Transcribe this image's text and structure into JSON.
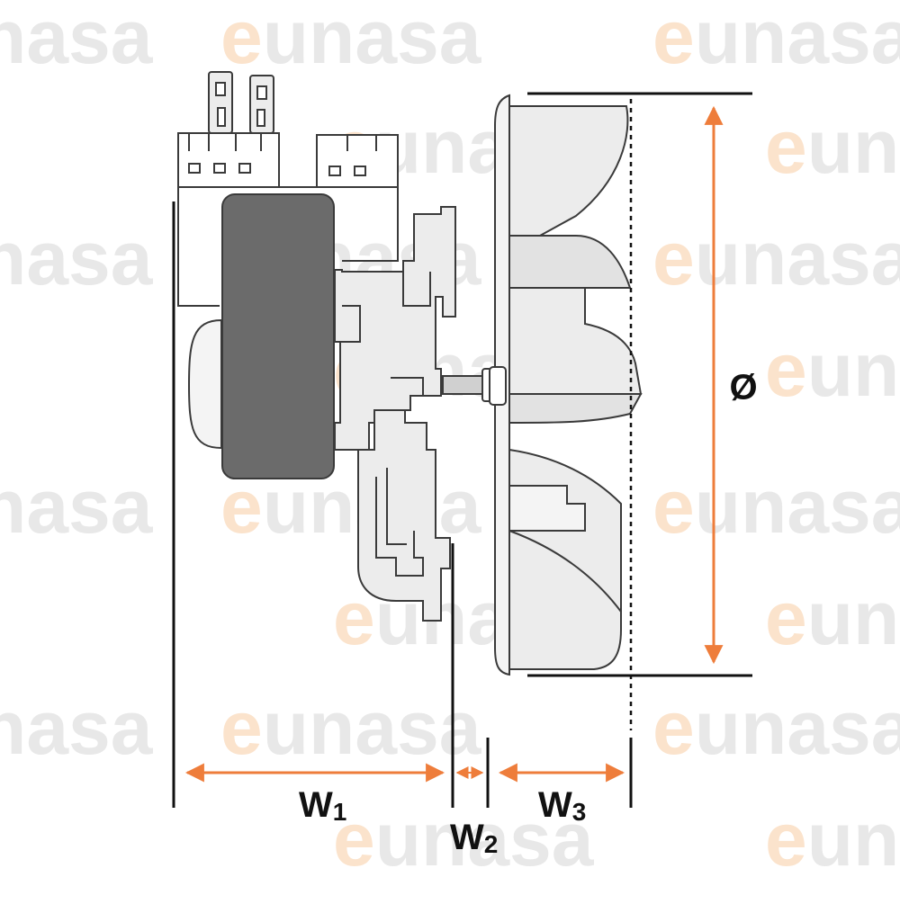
{
  "watermark": {
    "brand": "eunasa",
    "colors": {
      "grey": "#e8e8e8",
      "orange": "#fbe3cc"
    }
  },
  "labels": {
    "diameter": "Ø",
    "w1_main": "W",
    "w1_sub": "1",
    "w2_main": "W",
    "w2_sub": "2",
    "w3_main": "W",
    "w3_sub": "3"
  },
  "colors": {
    "accent": "#ee7d3b",
    "line": "#111111",
    "motor_core": "#6b6b6b",
    "part_fill": "#ececec",
    "part_stroke": "#3a3a3a"
  }
}
